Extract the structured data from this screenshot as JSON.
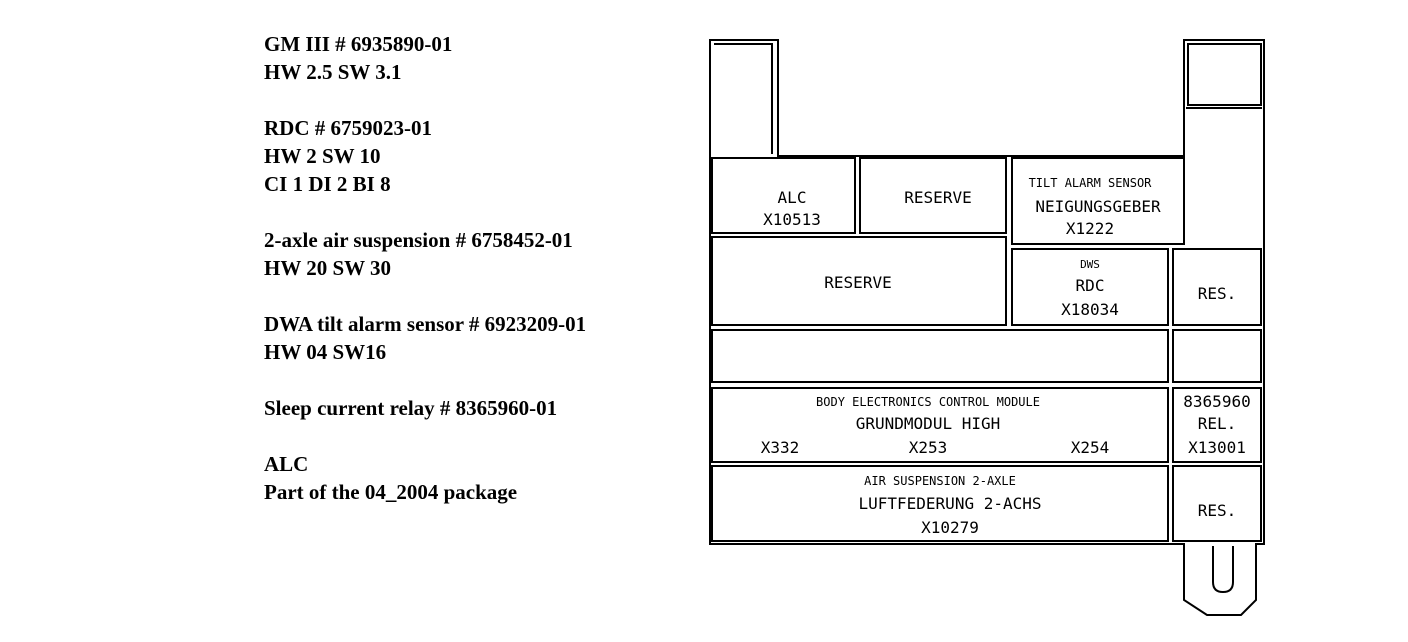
{
  "notes": [
    {
      "lines": [
        "GM III # 6935890-01",
        "HW 2.5  SW 3.1"
      ]
    },
    {
      "lines": [
        "RDC # 6759023-01",
        "HW 2  SW 10",
        "CI 1 DI 2 BI 8"
      ]
    },
    {
      "lines": [
        "2-axle air suspension # 6758452-01",
        "HW 20 SW 30"
      ]
    },
    {
      "lines": [
        "DWA tilt alarm sensor # 6923209-01",
        "HW 04  SW16"
      ]
    },
    {
      "lines": [
        "Sleep current relay # 8365960-01"
      ]
    },
    {
      "lines": [
        "ALC",
        "Part of the 04_2004 package"
      ]
    }
  ],
  "diagram": {
    "alc": {
      "name": "ALC",
      "code": "X10513"
    },
    "reserve_top": {
      "name": "RESERVE"
    },
    "tilt": {
      "title": "TILT ALARM SENSOR",
      "name": "NEIGUNGSGEBER",
      "code": "X1222"
    },
    "reserve_mid": {
      "name": "RESERVE"
    },
    "rdc": {
      "title": "DWS",
      "name": "RDC",
      "code": "X18034"
    },
    "res_1": {
      "name": "RES."
    },
    "body": {
      "title": "BODY ELECTRONICS CONTROL MODULE",
      "name": "GRUNDMODUL HIGH",
      "codes": [
        "X332",
        "X253",
        "X254"
      ]
    },
    "relay": {
      "part": "8365960",
      "name": "REL.",
      "code": "X13001"
    },
    "air": {
      "title": "AIR SUSPENSION 2-AXLE",
      "name": "LUFTFEDERUNG 2-ACHS",
      "code": "X10279"
    },
    "res_2": {
      "name": "RES."
    }
  }
}
